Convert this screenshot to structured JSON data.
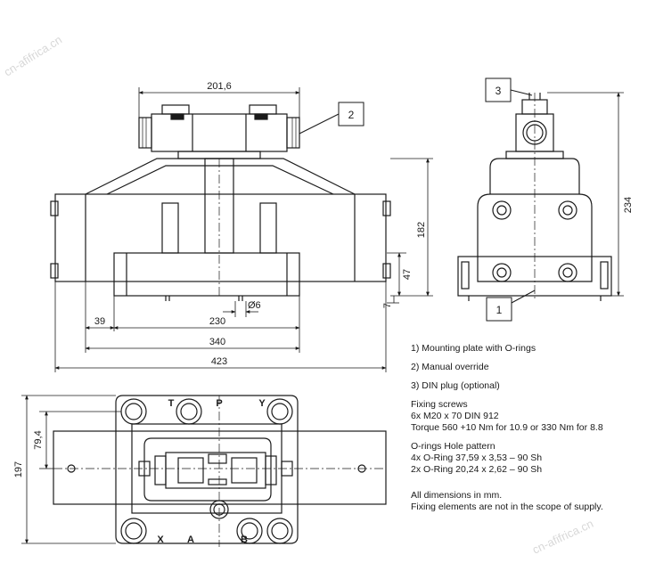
{
  "watermark": "cn-afifrica.cn",
  "callouts": {
    "c1": "1",
    "c2": "2",
    "c3": "3"
  },
  "dims": {
    "d201": "201,6",
    "d182": "182",
    "d47": "47",
    "d7": "7",
    "d6": "Ø6",
    "d39": "39",
    "d230": "230",
    "d340": "340",
    "d423": "423",
    "d234": "234",
    "d197": "197",
    "d794": "79,4"
  },
  "ports": {
    "Y": "Y",
    "P": "P",
    "T": "T",
    "X": "X",
    "A": "A",
    "B": "B"
  },
  "notes": {
    "n1": "1) Mounting plate with O-rings",
    "n2": "2) Manual override",
    "n3": "3) DIN plug (optional)",
    "n4": "Fixing screws",
    "n5": "6x M20 x 70 DIN 912",
    "n6": "Torque 560 +10 Nm for 10.9   or 330 Nm for 8.8",
    "n7": "O-rings Hole pattern",
    "n8": "4x O-Ring 37,59 x 3,53 – 90 Sh",
    "n9": "2x O-Ring 20,24 x 2,62 – 90 Sh",
    "n10": "All dimensions in mm.",
    "n11": "Fixing elements are not in the scope of supply."
  }
}
